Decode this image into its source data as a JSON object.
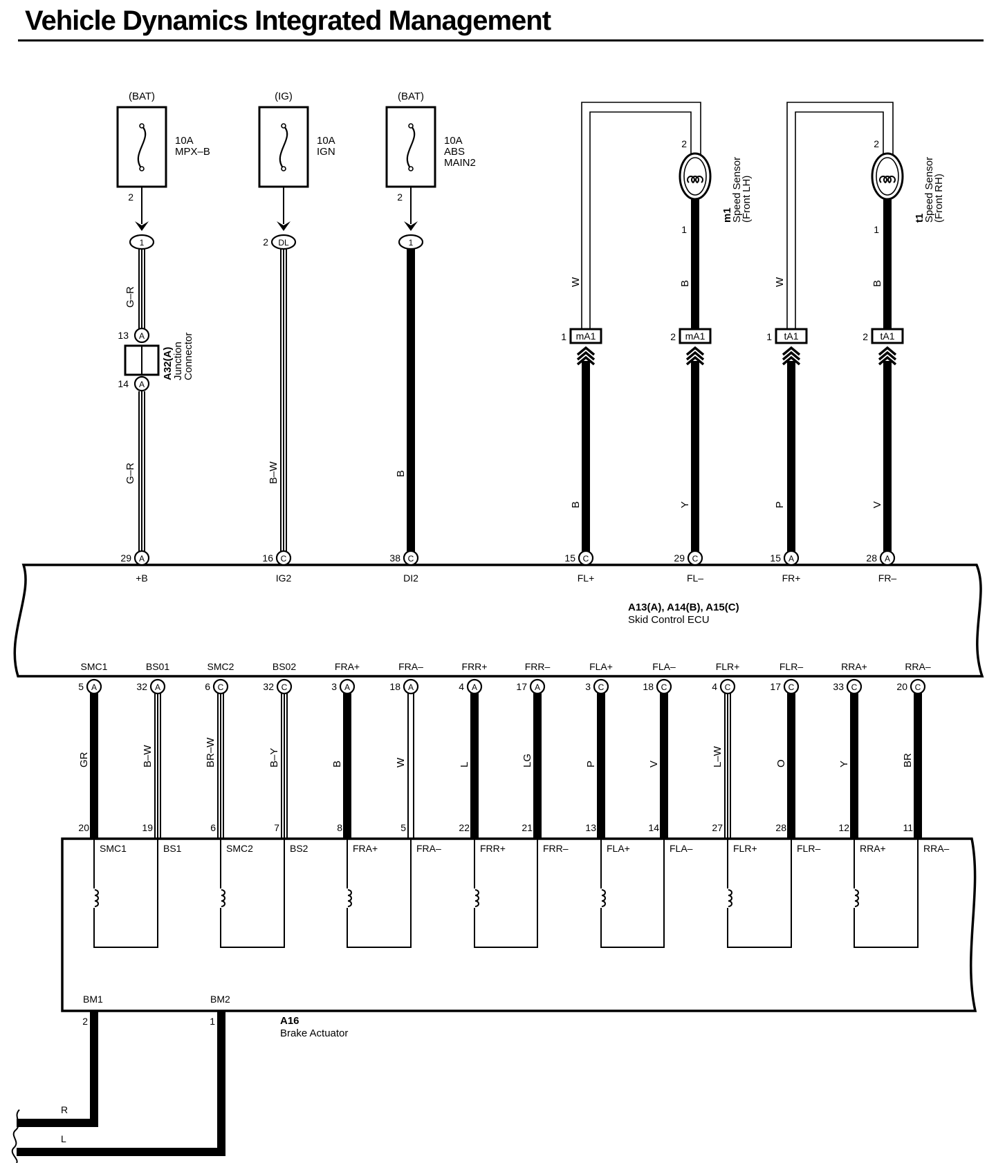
{
  "title": "Vehicle Dynamics Integrated Management",
  "fuses": [
    {
      "supply": "(BAT)",
      "rating": "10A",
      "name": "MPX–B",
      "pin": "2"
    },
    {
      "supply": "(IG)",
      "rating": "10A",
      "name": "IGN",
      "pin": ""
    },
    {
      "supply": "(BAT)",
      "rating": "10A",
      "name": "ABS MAIN2",
      "pin": "2"
    }
  ],
  "top_connectors": [
    {
      "label": "1",
      "pin": ""
    },
    {
      "label": "DL",
      "pin": "2"
    },
    {
      "label": "1",
      "pin": ""
    }
  ],
  "junction_connector": {
    "id": "A32(A)",
    "name": "Junction Connector",
    "pin_in": "13",
    "pin_out": "14",
    "letter": "A"
  },
  "upper_wire_colors": [
    "G–R",
    "G–R",
    "B–W",
    "B",
    "W",
    "B",
    "W",
    "B",
    "B",
    "Y",
    "P",
    "V"
  ],
  "speed_sensors": [
    {
      "id": "m1",
      "name": "Speed Sensor",
      "position": "(Front LH)",
      "pin_top": "2",
      "pin_bottom": "1"
    },
    {
      "id": "t1",
      "name": "Speed Sensor",
      "position": "(Front RH)",
      "pin_top": "2",
      "pin_bottom": "1"
    }
  ],
  "splice_connectors": [
    {
      "label": "mA1",
      "pin": "1"
    },
    {
      "label": "mA1",
      "pin": "2"
    },
    {
      "label": "tA1",
      "pin": "1"
    },
    {
      "label": "tA1",
      "pin": "2"
    }
  ],
  "ecu": {
    "id": "A13(A), A14(B), A15(C)",
    "name": "Skid Control ECU",
    "top_terminals": [
      {
        "name": "+B",
        "pin": "29",
        "letter": "A"
      },
      {
        "name": "IG2",
        "pin": "16",
        "letter": "C"
      },
      {
        "name": "DI2",
        "pin": "38",
        "letter": "C"
      },
      {
        "name": "FL+",
        "pin": "15",
        "letter": "C"
      },
      {
        "name": "FL–",
        "pin": "29",
        "letter": "C"
      },
      {
        "name": "FR+",
        "pin": "15",
        "letter": "A"
      },
      {
        "name": "FR–",
        "pin": "28",
        "letter": "A"
      }
    ],
    "bottom_terminals": [
      {
        "name": "SMC1",
        "pin": "5",
        "letter": "A",
        "wire": "GR",
        "act_pin": "20"
      },
      {
        "name": "BS01",
        "pin": "32",
        "letter": "A",
        "wire": "B–W",
        "act_pin": "19"
      },
      {
        "name": "SMC2",
        "pin": "6",
        "letter": "C",
        "wire": "BR–W",
        "act_pin": "6"
      },
      {
        "name": "BS02",
        "pin": "32",
        "letter": "C",
        "wire": "B–Y",
        "act_pin": "7"
      },
      {
        "name": "FRA+",
        "pin": "3",
        "letter": "A",
        "wire": "B",
        "act_pin": "8"
      },
      {
        "name": "FRA–",
        "pin": "18",
        "letter": "A",
        "wire": "W",
        "act_pin": "5"
      },
      {
        "name": "FRR+",
        "pin": "4",
        "letter": "A",
        "wire": "L",
        "act_pin": "22"
      },
      {
        "name": "FRR–",
        "pin": "17",
        "letter": "A",
        "wire": "LG",
        "act_pin": "21"
      },
      {
        "name": "FLA+",
        "pin": "3",
        "letter": "C",
        "wire": "P",
        "act_pin": "13"
      },
      {
        "name": "FLA–",
        "pin": "18",
        "letter": "C",
        "wire": "V",
        "act_pin": "14"
      },
      {
        "name": "FLR+",
        "pin": "4",
        "letter": "C",
        "wire": "L–W",
        "act_pin": "27"
      },
      {
        "name": "FLR–",
        "pin": "17",
        "letter": "C",
        "wire": "O",
        "act_pin": "28"
      },
      {
        "name": "RRA+",
        "pin": "33",
        "letter": "C",
        "wire": "Y",
        "act_pin": "12"
      },
      {
        "name": "RRA–",
        "pin": "20",
        "letter": "C",
        "wire": "BR",
        "act_pin": "11"
      }
    ]
  },
  "actuator": {
    "id": "A16",
    "name": "Brake Actuator",
    "terminals": [
      "SMC1",
      "BS1",
      "SMC2",
      "BS2",
      "FRA+",
      "FRA–",
      "FRR+",
      "FRR–",
      "FLA+",
      "FLA–",
      "FLR+",
      "FLR–",
      "RRA+",
      "RRA–"
    ],
    "motor_terminals": [
      {
        "name": "BM1",
        "pin": "2",
        "wire": "R"
      },
      {
        "name": "BM2",
        "pin": "1",
        "wire": "L"
      }
    ]
  }
}
